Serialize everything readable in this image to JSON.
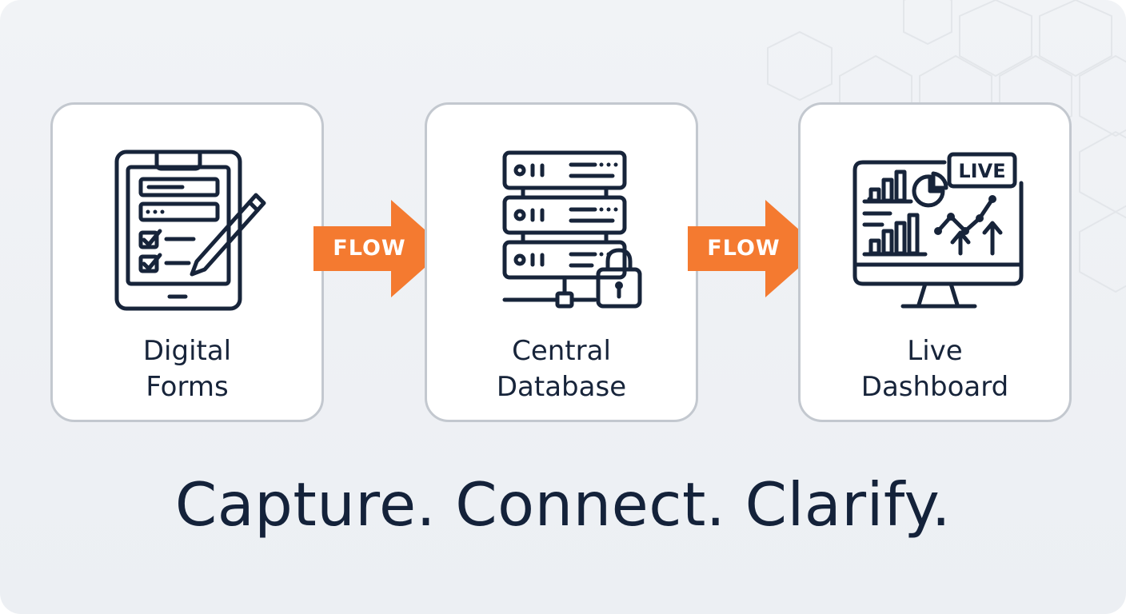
{
  "colors": {
    "background": "#eef0f3",
    "card_border": "#c3c8cf",
    "ink": "#17243a",
    "accent": "#f47a30"
  },
  "steps": [
    {
      "title_line1": "Digital",
      "title_line2": "Forms",
      "icon": "tablet-form-icon"
    },
    {
      "title_line1": "Central",
      "title_line2": "Database",
      "icon": "database-server-icon"
    },
    {
      "title_line1": "Live",
      "title_line2": "Dashboard",
      "icon": "monitor-dashboard-icon"
    }
  ],
  "connectors": [
    {
      "label": "FLOW"
    },
    {
      "label": "FLOW"
    }
  ],
  "dashboard_badge": "LIVE",
  "tagline": "Capture. Connect. Clarify."
}
